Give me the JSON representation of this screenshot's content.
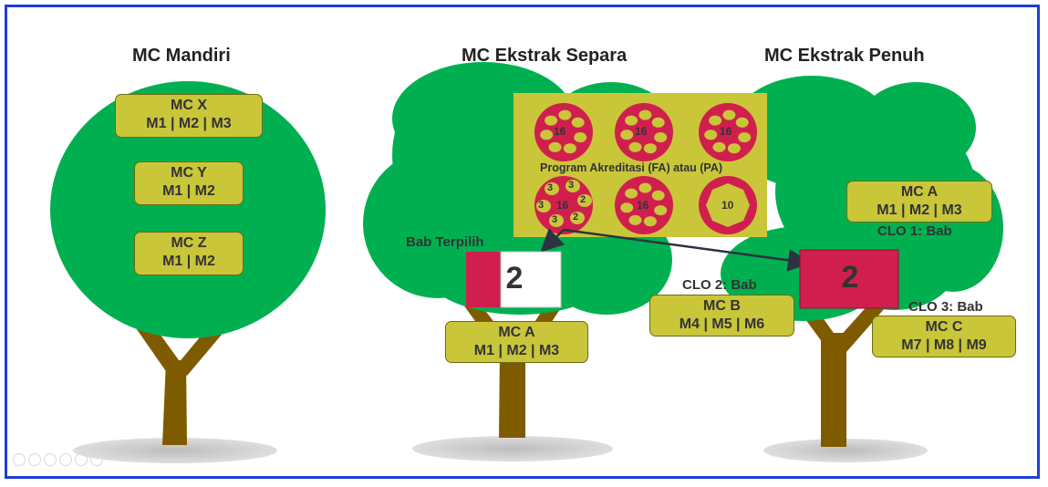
{
  "titles": {
    "left": "MC Mandiri",
    "middle": "MC Ekstrak Separa",
    "right": "MC Ekstrak Penuh"
  },
  "left_tree": {
    "mc_x": {
      "title": "MC X",
      "modules": "M1 | M2 | M3"
    },
    "mc_y": {
      "title": "MC Y",
      "modules": "M1 | M2"
    },
    "mc_z": {
      "title": "MC Z",
      "modules": "M1 | M2"
    }
  },
  "middle_tree": {
    "program_label": "Program Akreditasi (FA) atau (PA)",
    "circle_values": [
      "16",
      "16",
      "16",
      "16",
      "16",
      "10"
    ],
    "split_circle_parts": [
      "3",
      "3",
      "2",
      "3",
      "3",
      "2"
    ],
    "selected_label": "Bab Terpilih",
    "selected_value": "2",
    "mc_a": {
      "title": "MC A",
      "modules": "M1 | M2 | M3"
    }
  },
  "right_tree": {
    "selected_value": "2",
    "mc_a": {
      "title": "MC A",
      "modules": "M1 | M2 | M3",
      "clo": "CLO 1: Bab"
    },
    "mc_b": {
      "title": "MC B",
      "modules": "M4 | M5 | M6",
      "clo": "CLO 2: Bab"
    },
    "mc_c": {
      "title": "MC C",
      "modules": "M7 | M8 | M9",
      "clo": "CLO 3: Bab"
    }
  },
  "colors": {
    "foliage": "#00b050",
    "trunk": "#7f5b00",
    "box": "#c9c63a",
    "crimson": "#d01f4e",
    "frame": "#1f3fd6"
  }
}
